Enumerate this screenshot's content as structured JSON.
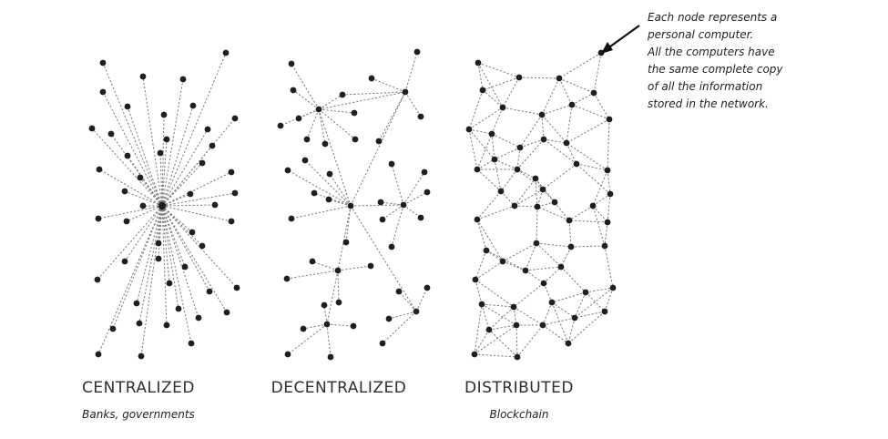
{
  "networks": [
    {
      "title": "CENTRALIZED",
      "subtitle": "Banks, governments"
    },
    {
      "title": "DECENTRALIZED",
      "subtitle": ""
    },
    {
      "title": "DISTRIBUTED",
      "subtitle": "Blockchain"
    }
  ],
  "annotation": "Each node represents a\npersonal computer.\nAll the computers have\nthe same complete copy\nof all the information\nstored in the network."
}
